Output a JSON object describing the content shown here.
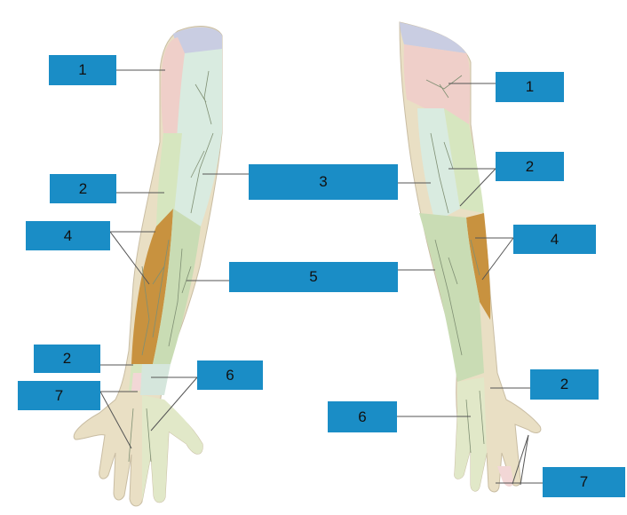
{
  "colors": {
    "label_bg": "#1a8dc6",
    "region_1": "#efcfc9",
    "region_2": "#d6e6bf",
    "region_3": "#d9ebe0",
    "region_4": "#c8923f",
    "region_5": "#c9dcb4",
    "region_6": "#e1e8c8",
    "region_7": "#f2d7d6",
    "skin": "#e9dfc4",
    "shoulder": "#c9cde2",
    "leader": "#555555"
  },
  "labels": {
    "L1": "1",
    "L2a": "2",
    "L4": "4",
    "L2b": "2",
    "L7": "7",
    "C3": "3",
    "C5": "5",
    "C6": "6",
    "R1": "1",
    "R2a": "2",
    "R4": "4",
    "R2b": "2",
    "R6": "6",
    "R7": "7"
  }
}
